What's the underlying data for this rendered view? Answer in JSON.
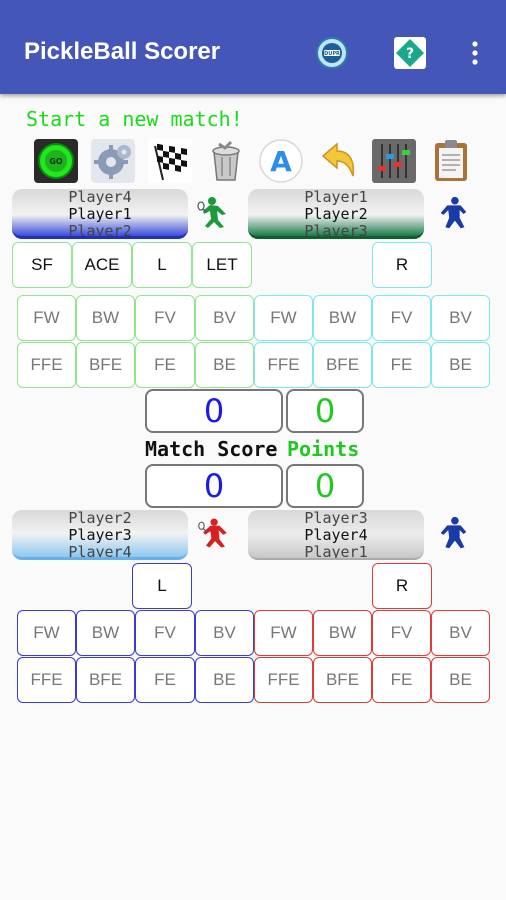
{
  "app": {
    "title": "PickleBall Scorer"
  },
  "appbar_icons": [
    "dupr-logo-icon",
    "help-icon",
    "more-vert-icon"
  ],
  "prompt": "Start a new match!",
  "toolbar": [
    "go-icon",
    "settings-gear-icon",
    "checkered-flag-icon",
    "trash-icon",
    "letter-a-icon",
    "undo-arrow-icon",
    "sliders-icon",
    "clipboard-icon"
  ],
  "top_team": {
    "left_players": [
      "Player4",
      "Player1",
      "Player2"
    ],
    "right_players": [
      "Player1",
      "Player2",
      "Player3"
    ],
    "row1": [
      "SF",
      "ACE",
      "L",
      "LET",
      "R"
    ],
    "shots": [
      "FW",
      "BW",
      "FV",
      "BV",
      "FW",
      "BW",
      "FV",
      "BV"
    ],
    "errors": [
      "FFE",
      "BFE",
      "FE",
      "BE",
      "FFE",
      "BFE",
      "FE",
      "BE"
    ]
  },
  "scores": {
    "match_top": "0",
    "points_top": "0",
    "match_label": "Match Score",
    "points_label": "Points",
    "match_bottom": "0",
    "points_bottom": "0"
  },
  "bottom_team": {
    "left_players": [
      "Player2",
      "Player3",
      "Player4"
    ],
    "right_players": [
      "Player3",
      "Player4",
      "Player1"
    ],
    "row1": [
      "L",
      "R"
    ],
    "shots": [
      "FW",
      "BW",
      "FV",
      "BV",
      "FW",
      "BW",
      "FV",
      "BV"
    ],
    "errors": [
      "FFE",
      "BFE",
      "FE",
      "BE",
      "FFE",
      "BFE",
      "FE",
      "BE"
    ]
  },
  "colors": {
    "appbar": "#4456b8",
    "green": "#1adb1a",
    "top_left_border": "#4bd44b",
    "top_right_border": "#7de8ee",
    "top_row_border": "#8fe68f",
    "bottom_left_border": "#3a3ad8",
    "bottom_right_border": "#e03a3a",
    "score_blue": "#1a1af0",
    "score_green": "#22c822"
  }
}
